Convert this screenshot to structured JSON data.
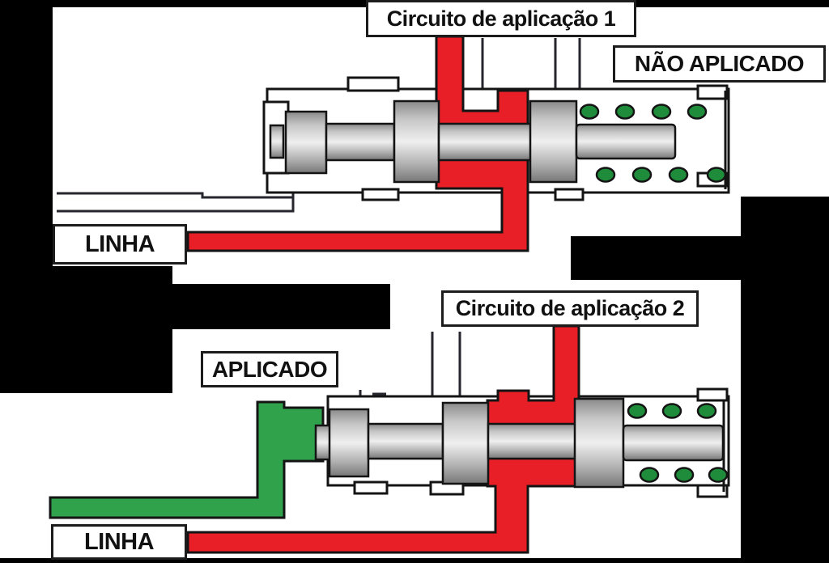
{
  "title_boxes": {
    "circuit1": "Circuito de aplicação 1",
    "circuit2": "Circuito de aplicação 2"
  },
  "status_labels": {
    "upper_valve": "NÃO APLICADO",
    "lower_valve": "APLICADO"
  },
  "line_labels": {
    "upper": "LINHA",
    "lower": "LINHA"
  },
  "diagram_facts": {
    "upper_spring_coils": {
      "top_row": 4,
      "bottom_row": 4
    },
    "lower_spring_coils": {
      "top_row": 3,
      "bottom_row": 3
    }
  },
  "colors": {
    "pressure_red": "#e81f26",
    "supply_green": "#2fa24b",
    "coil_green": "#1e8c3a",
    "spool_gray": "#c0c0c0",
    "outline_black": "#141414",
    "line_dark": "#26262e",
    "panel_white": "#ffffff",
    "background_black": "#000000"
  }
}
